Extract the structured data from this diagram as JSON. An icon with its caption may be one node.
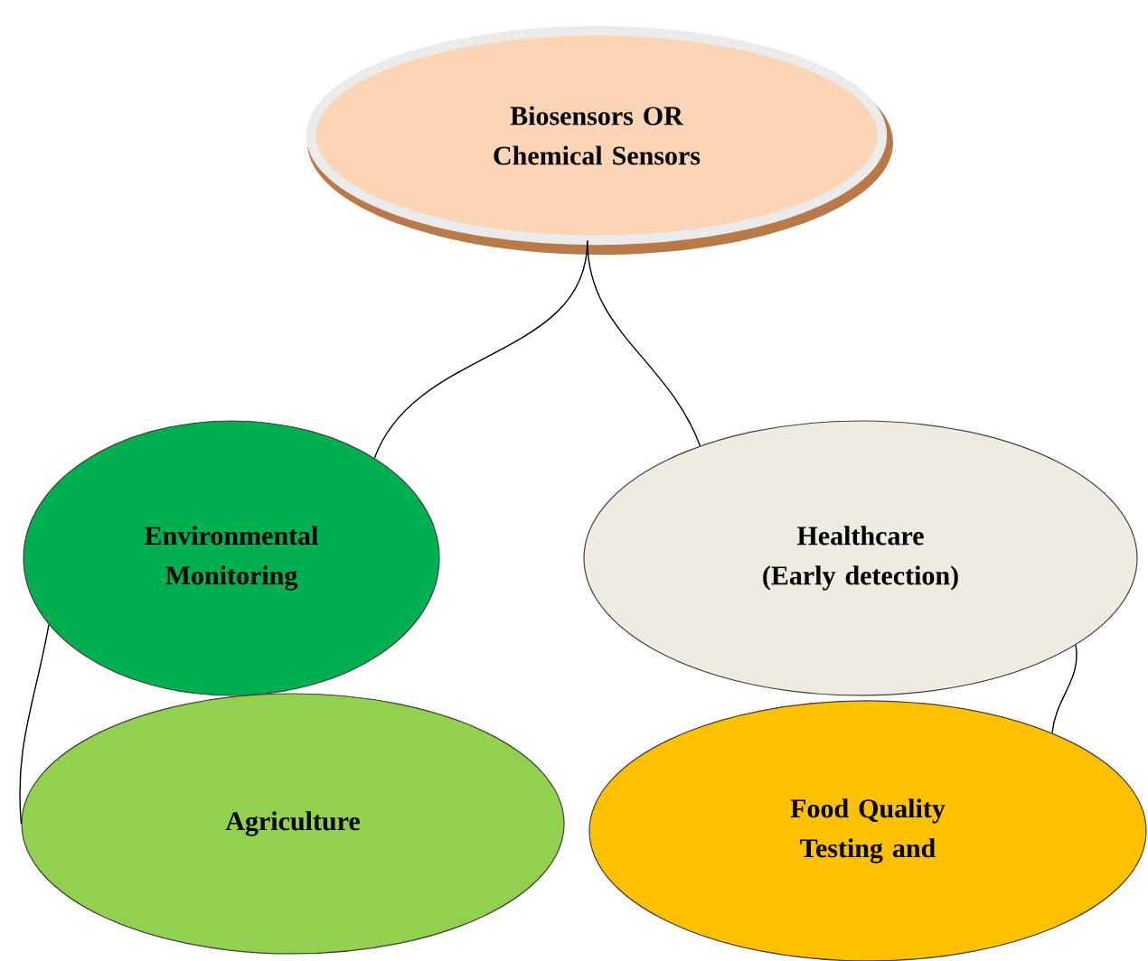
{
  "diagram": {
    "nodes": [
      {
        "text": [
          "Biosensors OR Chemical Sensors"
        ]
      },
      {
        "text": [
          "Environmental Monitoring"
        ]
      },
      {
        "text": [
          "Healthcare (Early detection)"
        ]
      },
      {
        "text": [
          "Agriculture"
        ]
      },
      {
        "text": [
          "Food Quality Testing and"
        ]
      }
    ],
    "edges": [
      {
        "from": 0,
        "to": 1,
        "arrow": "none"
      },
      {
        "from": 0,
        "to": 2,
        "arrow": "none"
      },
      {
        "from": 1,
        "to": 3,
        "arrow": "none"
      },
      {
        "from": 2,
        "to": 4,
        "arrow": "none"
      }
    ]
  }
}
